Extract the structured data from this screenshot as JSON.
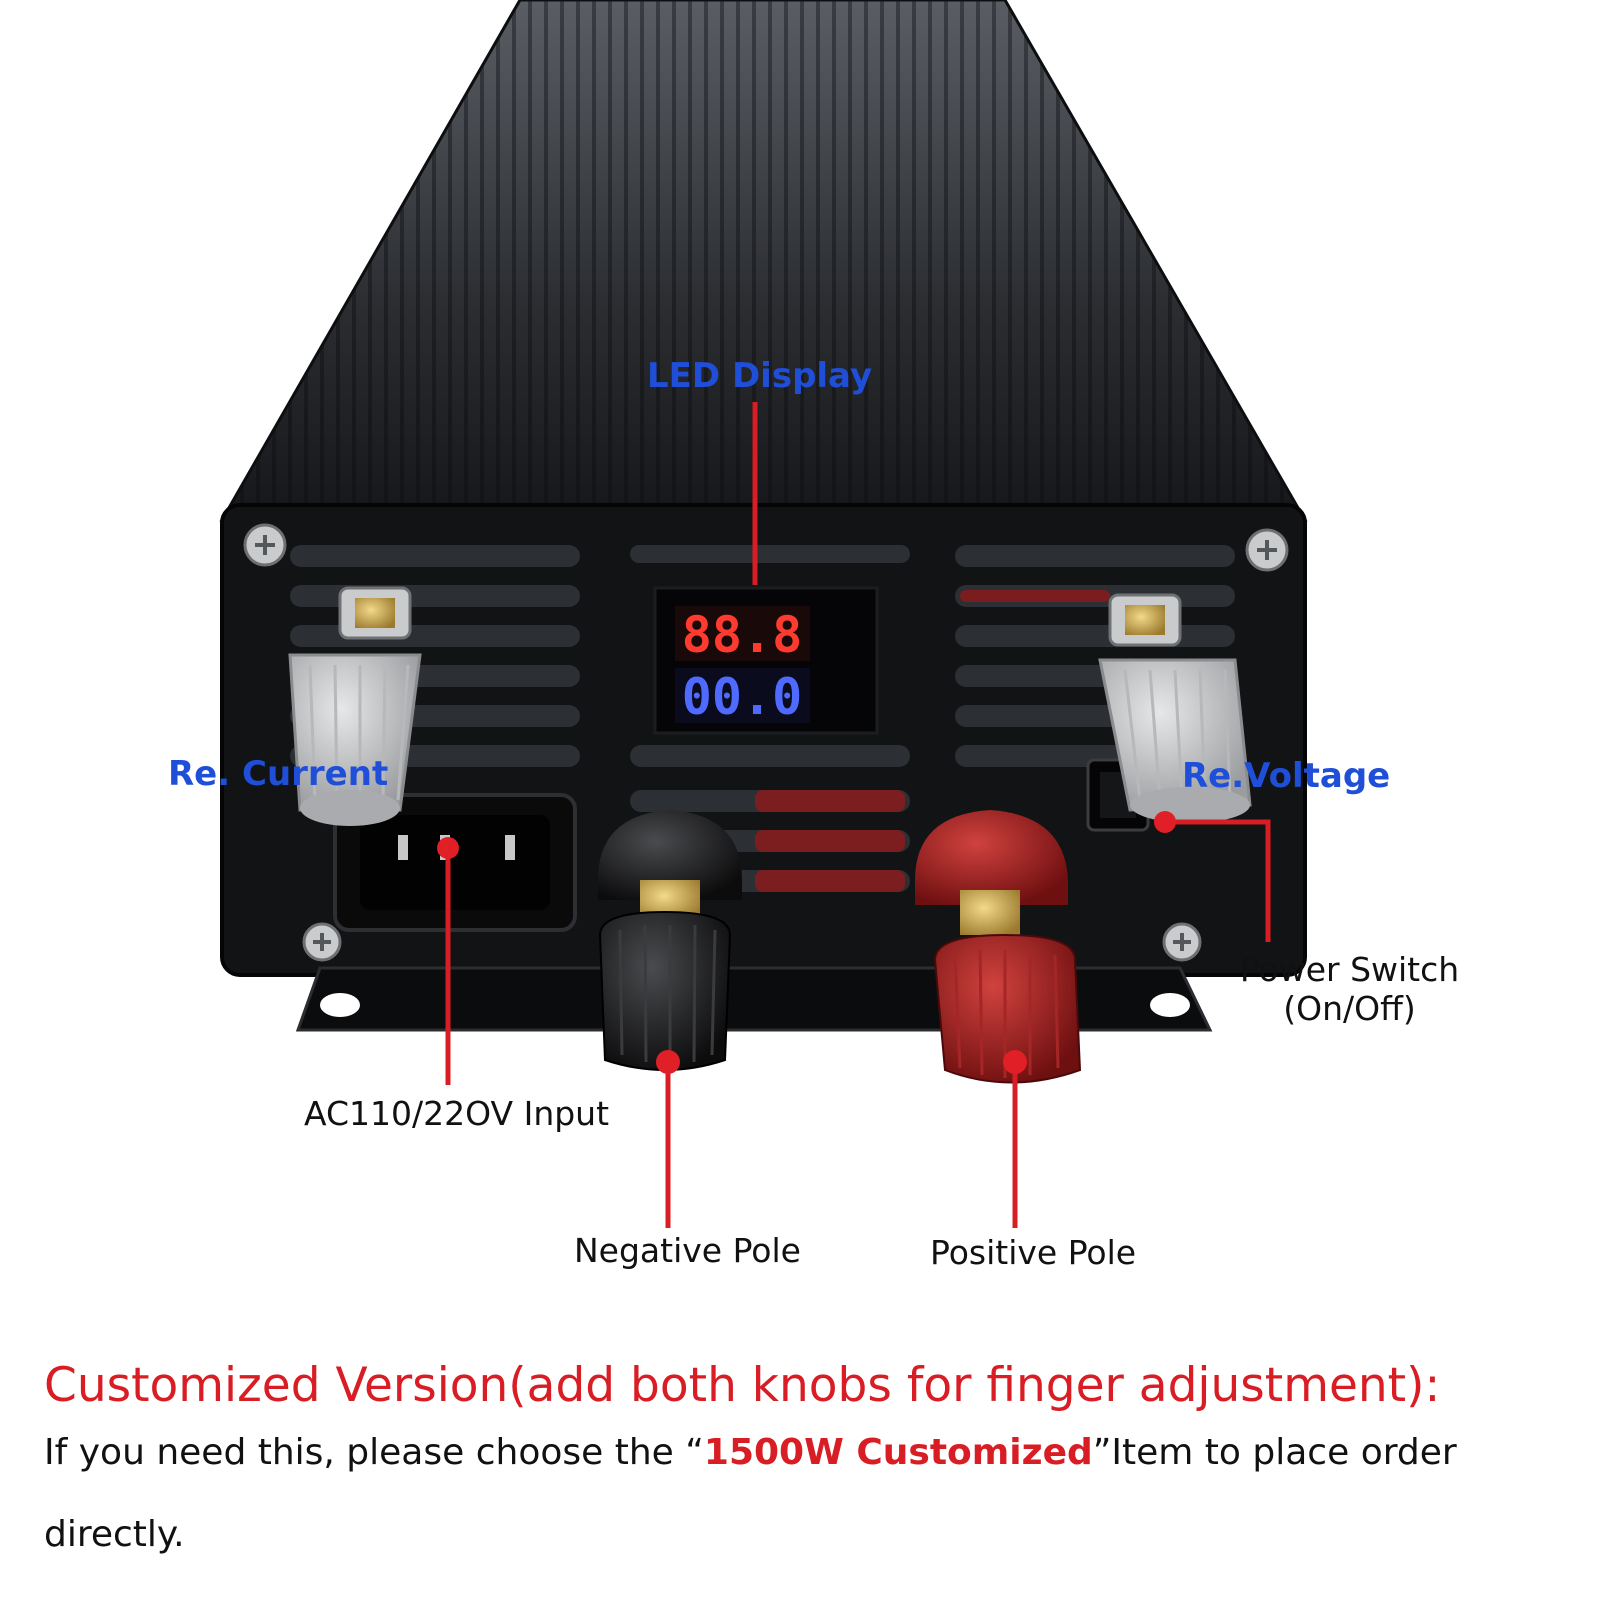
{
  "labels": {
    "led_display": "LED Display",
    "re_current": "Re. Current",
    "re_voltage": "Re.Voltage",
    "power_switch_line1": "Power Switch",
    "power_switch_line2": "(On/Off)",
    "ac_input": "AC110/22OV Input",
    "negative_pole": "Negative Pole",
    "positive_pole": "Positive Pole"
  },
  "display": {
    "top_readout": "88.8",
    "bottom_readout": "00.0"
  },
  "note": {
    "headline": "Customized Version(add both knobs for finger adjustment):",
    "line_before": "If you need this, please choose the “",
    "highlight": "1500W Customized",
    "line_after": "”Item to place order directly."
  },
  "colors": {
    "callout_blue": "#1f4fd8",
    "callout_red": "#d81e24",
    "display_red": "#ff3b2f",
    "display_blue": "#4f6bff",
    "body": "#121315"
  }
}
